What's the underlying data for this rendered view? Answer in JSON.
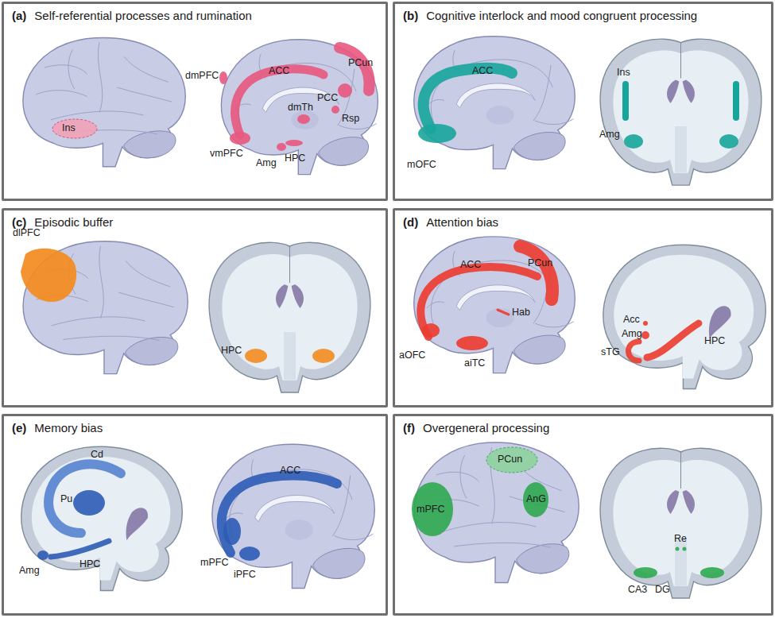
{
  "diagram": {
    "nodes": [
      {
        "text": [
          "(a)",
          "Self-referential processes and rumination"
        ]
      },
      {
        "text": [
          "(b)",
          "Cognitive interlock and mood congruent processing"
        ]
      },
      {
        "text": [
          "(c)",
          "Episodic buffer"
        ]
      },
      {
        "text": [
          "(d)",
          "Attention bias"
        ]
      },
      {
        "text": [
          "(e)",
          "Memory bias"
        ]
      },
      {
        "text": [
          "(f)",
          "Overgeneral processing"
        ]
      }
    ],
    "labels": [
      "Ins",
      "dmPFC",
      "ACC",
      "PCun",
      "PCC",
      "dmTh",
      "Rsp",
      "vmPFC",
      "Amg",
      "HPC",
      "ACC",
      "mOFC",
      "Ins",
      "Amg",
      "dlPFC",
      "HPC",
      "ACC",
      "PCun",
      "Hab",
      "aOFC",
      "aiTC",
      "Acc",
      "Amg",
      "sTG",
      "HPC",
      "Cd",
      "Pu",
      "Amg",
      "HPC",
      "ACC",
      "mPFC",
      "iPFC",
      "PCun",
      "mPFC",
      "AnG",
      "Re",
      "CA3",
      "DG"
    ]
  }
}
